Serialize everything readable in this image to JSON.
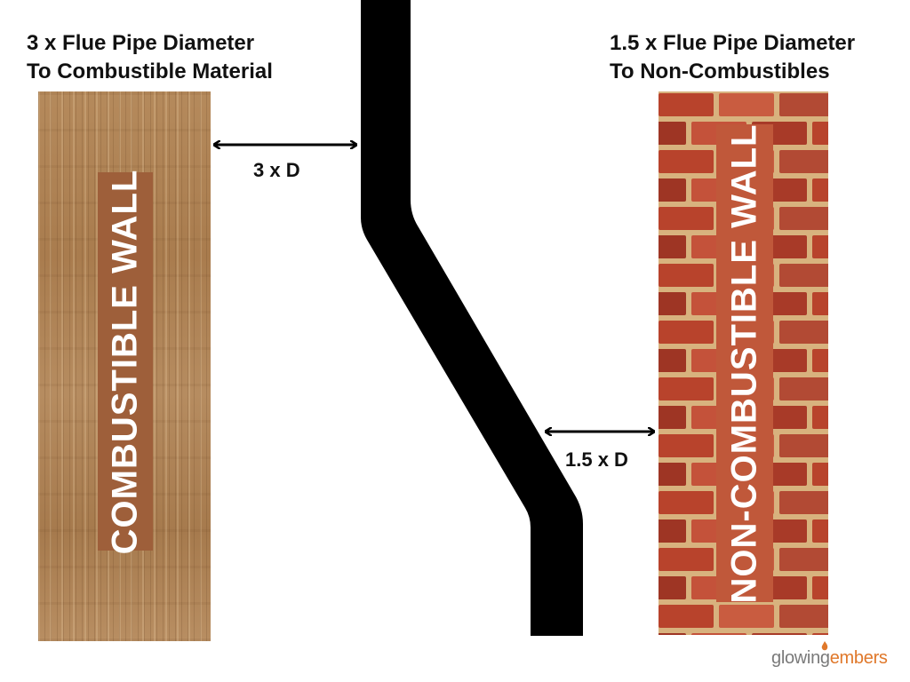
{
  "left_heading": {
    "line1": "3 x Flue Pipe Diameter",
    "line2": "To Combustible Material"
  },
  "right_heading": {
    "line1": "1.5 x Flue Pipe Diameter",
    "line2": "To Non-Combustibles"
  },
  "walls": {
    "combustible_label": "COMBUSTIBLE WALL",
    "non_combustible_label": "NON-COMBUSTIBLE WALL"
  },
  "dimensions": {
    "left": "3 x D",
    "right": "1.5 x D"
  },
  "brand": {
    "part1": "glowing",
    "part2": "embers"
  },
  "colors": {
    "pipe": "#000000",
    "wood_band": "#9e5f3a",
    "brick_band": "#c0583a",
    "brand_orange": "#e0782a",
    "brand_grey": "#7a7a7a"
  }
}
